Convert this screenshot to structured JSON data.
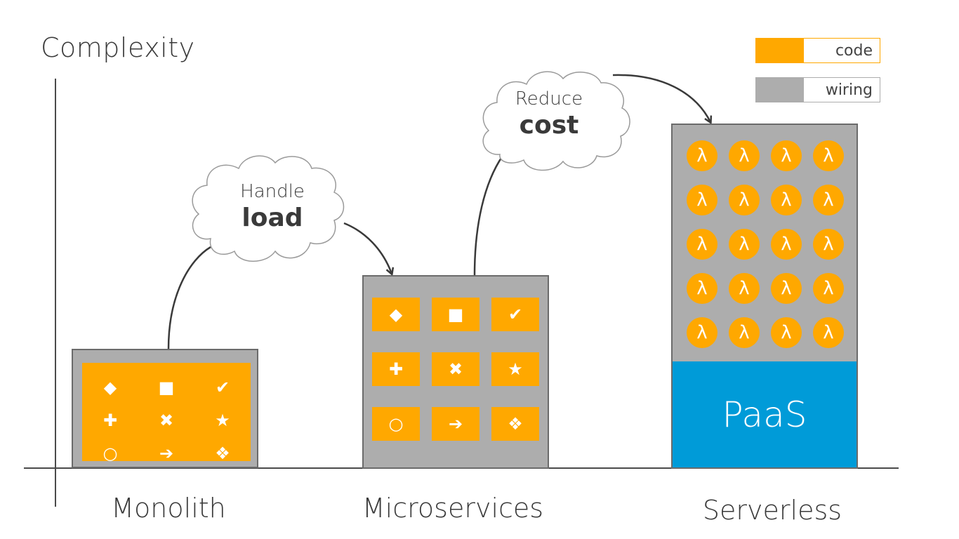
{
  "axis": {
    "y_label": "Complexity"
  },
  "legend": [
    {
      "label": "code",
      "color": "#ffa800"
    },
    {
      "label": "wiring",
      "color": "#adadad"
    }
  ],
  "stages": [
    {
      "name": "Monolith",
      "code_icons": [
        "diamond",
        "square",
        "check",
        "plus",
        "cross",
        "star",
        "circle",
        "arrow-right",
        "four-diamonds"
      ],
      "code_glyphs": [
        "◆",
        "■",
        "✔",
        "✚",
        "✖",
        "★",
        "○",
        "➔",
        "❖"
      ]
    },
    {
      "name": "Microservices",
      "code_icons": [
        "diamond",
        "square",
        "check",
        "plus",
        "cross",
        "star",
        "circle",
        "arrow-right",
        "four-diamonds"
      ],
      "code_glyphs": [
        "◆",
        "■",
        "✔",
        "✚",
        "✖",
        "★",
        "○",
        "➔",
        "❖"
      ]
    },
    {
      "name": "Serverless",
      "function_glyph": "λ",
      "function_rows": 5,
      "function_cols": 4,
      "platform_label": "PaaS"
    }
  ],
  "transitions": [
    {
      "line1": "Handle",
      "line2": "load",
      "from": "Monolith",
      "to": "Microservices"
    },
    {
      "line1": "Reduce",
      "line2": "cost",
      "from": "Microservices",
      "to": "Serverless"
    }
  ],
  "colors": {
    "code": "#ffa800",
    "wiring": "#adadad",
    "paas": "#009bd8",
    "line": "#3a3a3a"
  }
}
